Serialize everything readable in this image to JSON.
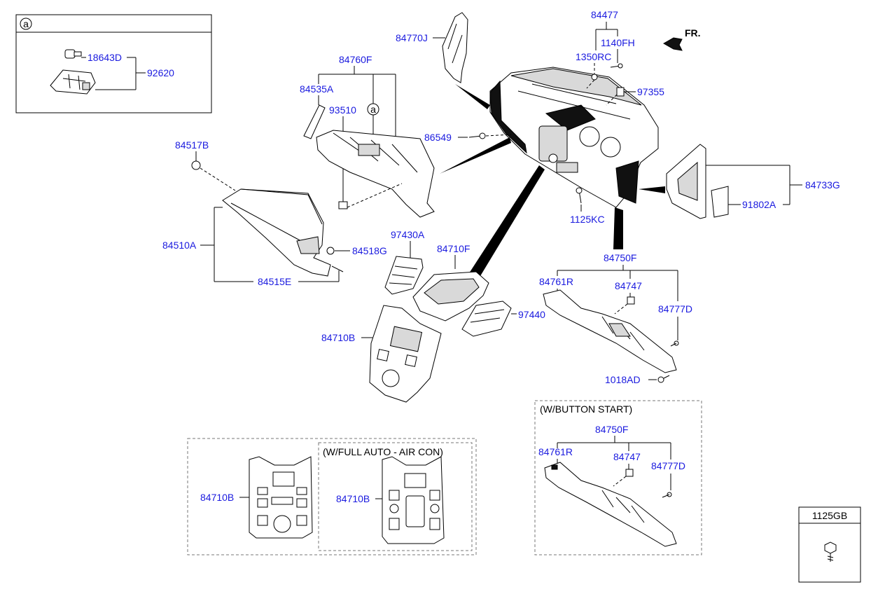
{
  "direction_label": "FR.",
  "callout_letter": "a",
  "inset_a": {
    "parts": [
      "18643D",
      "92620"
    ]
  },
  "notes": {
    "button_start": "(W/BUTTON START)",
    "full_auto": "(W/FULL AUTO - AIR CON)"
  },
  "legend_box": {
    "title": "1125GB"
  },
  "labels": {
    "p84477": "84477",
    "p1140FH": "1140FH",
    "p1350RC": "1350RC",
    "p84770J": "84770J",
    "p97355": "97355",
    "p84760F": "84760F",
    "p84535A": "84535A",
    "p93510": "93510",
    "p86549": "86549",
    "p84517B": "84517B",
    "p84733G": "84733G",
    "p91802A": "91802A",
    "p1125KC": "1125KC",
    "p84510A": "84510A",
    "p84518G": "84518G",
    "p84515E": "84515E",
    "p97430A": "97430A",
    "p84710F": "84710F",
    "p97440": "97440",
    "p84710B": "84710B",
    "p84750F": "84750F",
    "p84761R": "84761R",
    "p84747": "84747",
    "p84777D": "84777D",
    "p1018AD": "1018AD",
    "p84750F_b": "84750F",
    "p84761R_b": "84761R",
    "p84747_b": "84747",
    "p84777D_b": "84777D",
    "p84710B_b1": "84710B",
    "p84710B_b2": "84710B"
  }
}
